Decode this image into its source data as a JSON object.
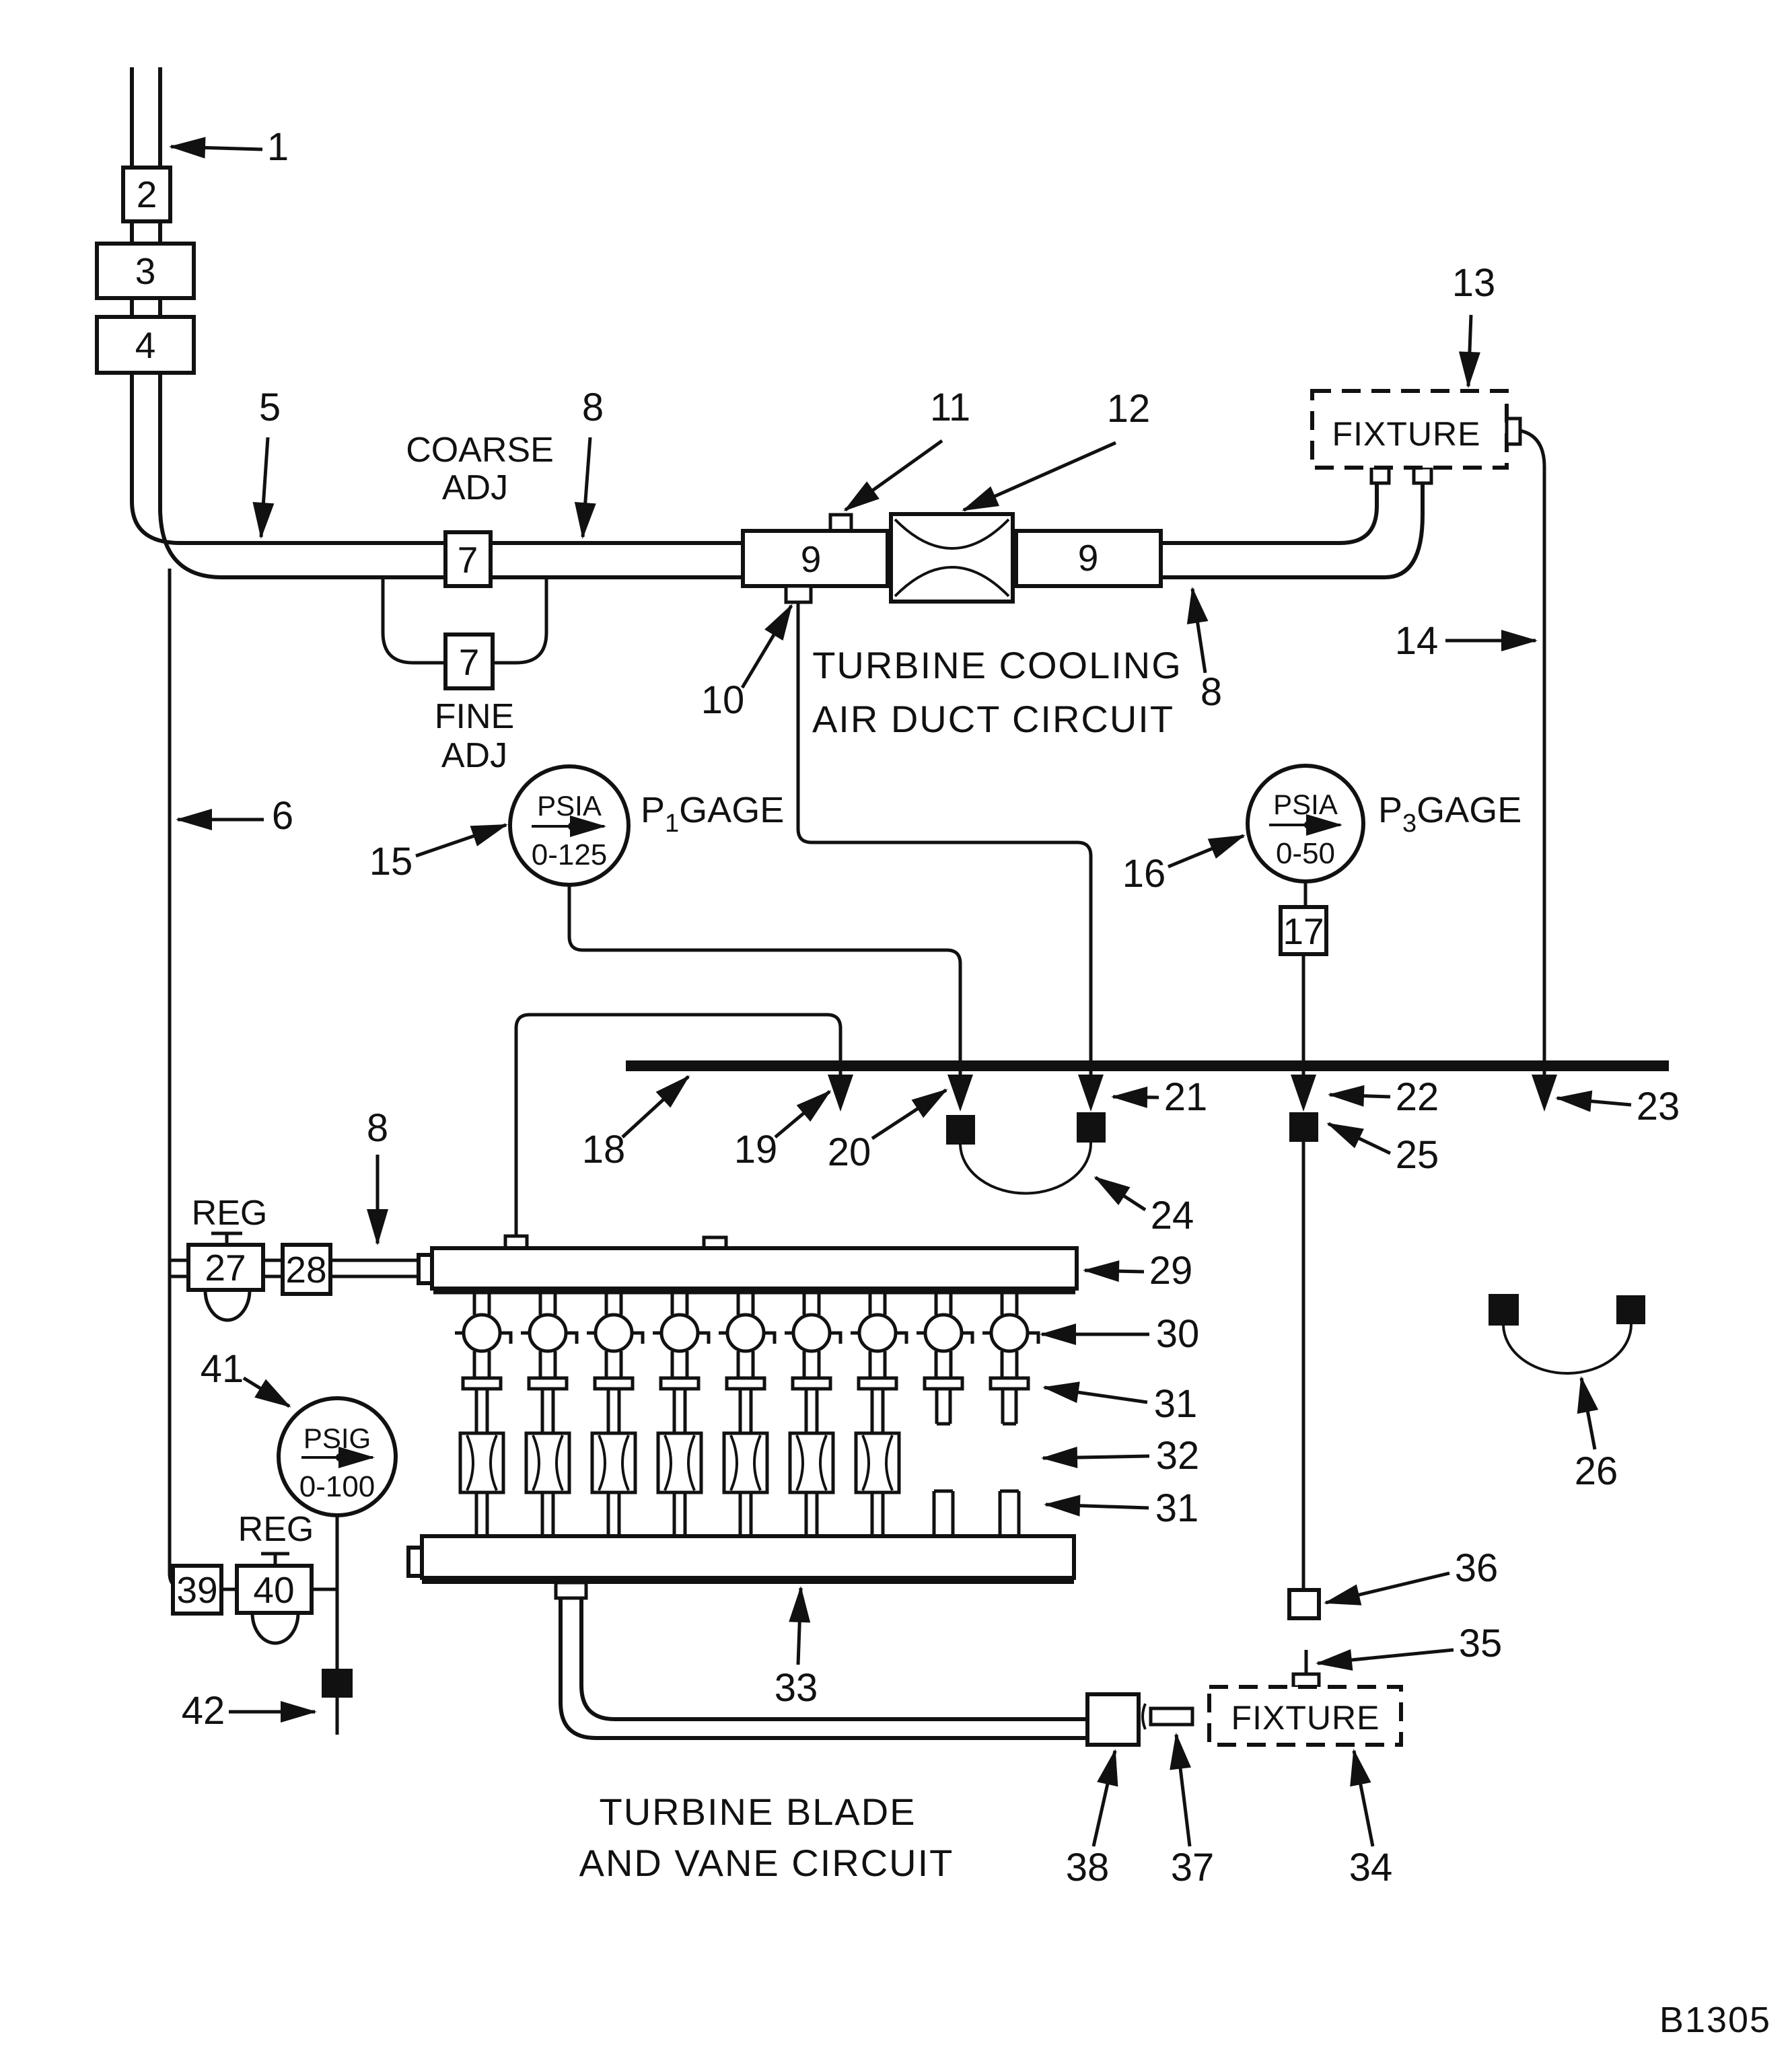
{
  "figure_id": "B1305",
  "circuit_titles": {
    "duct_line1": "TURBINE COOLING",
    "duct_line2": "AIR DUCT CIRCUIT",
    "blade_line1": "TURBINE BLADE",
    "blade_line2": "AND VANE CIRCUIT"
  },
  "adjusters": {
    "coarse_line1": "COARSE",
    "coarse_line2": "ADJ",
    "fine_line1": "FINE",
    "fine_line2": "ADJ"
  },
  "regulators": {
    "reg_top_label": "REG",
    "reg_bottom_label": "REG"
  },
  "fixtures": {
    "top_label": "FIXTURE",
    "bottom_label": "FIXTURE"
  },
  "gauges": {
    "p1": {
      "dial_type": "PSIA",
      "dial_range": "0-125",
      "name_main": "P",
      "name_sub": "1",
      "name_rest": "GAGE"
    },
    "p3": {
      "dial_type": "PSIA",
      "dial_range": "0-50",
      "name_main": "P",
      "name_sub": "3",
      "name_rest": "GAGE"
    },
    "psig": {
      "dial_type": "PSIG",
      "dial_range": "0-100"
    }
  },
  "component_labels": {
    "item2": "2",
    "item3": "3",
    "item4": "4",
    "item7_coarse": "7",
    "item7_fine": "7",
    "item9_left": "9",
    "item9_right": "9",
    "item17": "17",
    "item27": "27",
    "item28": "28",
    "item39": "39",
    "item40": "40"
  },
  "callouts": {
    "c1": "1",
    "c5": "5",
    "c6": "6",
    "c8_top": "8",
    "c8_right": "8",
    "c8_mid": "8",
    "c10": "10",
    "c11": "11",
    "c12": "12",
    "c13": "13",
    "c14": "14",
    "c15": "15",
    "c16": "16",
    "c18": "18",
    "c19": "19",
    "c20": "20",
    "c21": "21",
    "c22": "22",
    "c23": "23",
    "c24": "24",
    "c25": "25",
    "c26": "26",
    "c29": "29",
    "c30": "30",
    "c31_upper": "31",
    "c31_lower": "31",
    "c32": "32",
    "c33": "33",
    "c34": "34",
    "c35": "35",
    "c36": "36",
    "c37": "37",
    "c38": "38",
    "c41": "41",
    "c42": "42"
  },
  "colors": {
    "ink": "#111111",
    "paper": "#ffffff"
  }
}
